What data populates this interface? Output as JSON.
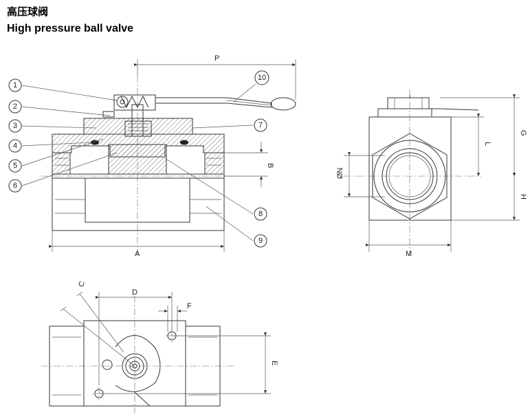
{
  "title_cn": "高压球阀",
  "title_en": "High pressure ball valve",
  "dimensions": {
    "A": "A",
    "B": "B",
    "C": "C",
    "D": "D",
    "E": "E",
    "F": "F",
    "G": "G",
    "H": "H",
    "L": "L",
    "M": "M",
    "N": "ØN",
    "P": "P"
  },
  "callouts": [
    "1",
    "2",
    "3",
    "4",
    "5",
    "6",
    "7",
    "8",
    "9",
    "10"
  ]
}
